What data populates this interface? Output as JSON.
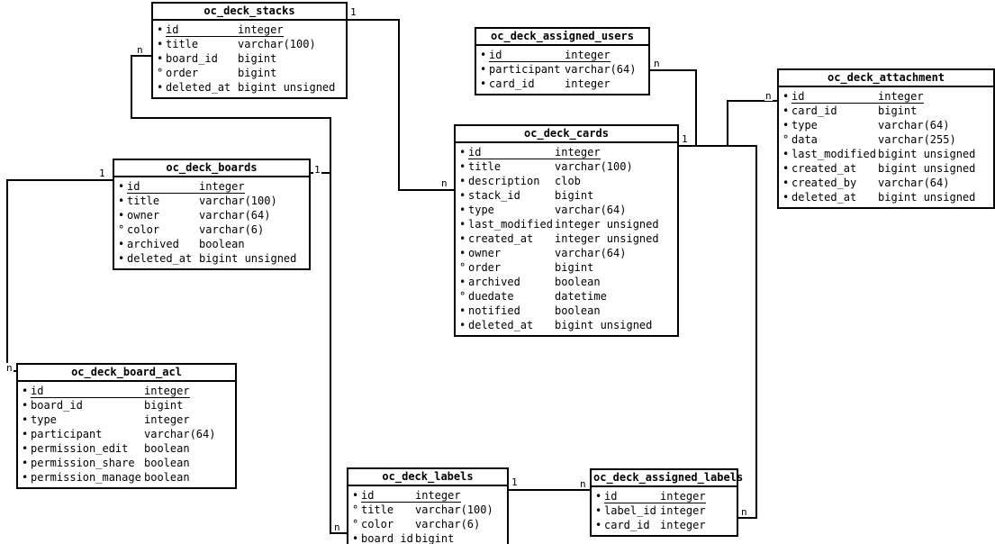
{
  "diagram": {
    "type": "entity-relationship",
    "colors": {
      "background": "#ffffff",
      "line": "#000000",
      "text": "#000000"
    }
  },
  "entities": {
    "stacks": {
      "title": "oc_deck_stacks",
      "columns": [
        {
          "marker": "•",
          "name": "id",
          "type": "integer",
          "pk": true
        },
        {
          "marker": "•",
          "name": "title",
          "type": "varchar(100)"
        },
        {
          "marker": "•",
          "name": "board_id",
          "type": "bigint"
        },
        {
          "marker": "°",
          "name": "order",
          "type": "bigint"
        },
        {
          "marker": "•",
          "name": "deleted_at",
          "type": "bigint unsigned"
        }
      ]
    },
    "assigned_users": {
      "title": "oc_deck_assigned_users",
      "columns": [
        {
          "marker": "•",
          "name": "id",
          "type": "integer",
          "pk": true
        },
        {
          "marker": "•",
          "name": "participant",
          "type": "varchar(64)"
        },
        {
          "marker": "•",
          "name": "card_id",
          "type": "integer"
        }
      ]
    },
    "attachment": {
      "title": "oc_deck_attachment",
      "columns": [
        {
          "marker": "•",
          "name": "id",
          "type": "integer",
          "pk": true
        },
        {
          "marker": "•",
          "name": "card_id",
          "type": "bigint"
        },
        {
          "marker": "•",
          "name": "type",
          "type": "varchar(64)"
        },
        {
          "marker": "°",
          "name": "data",
          "type": "varchar(255)"
        },
        {
          "marker": "•",
          "name": "last_modified",
          "type": "bigint unsigned"
        },
        {
          "marker": "•",
          "name": "created_at",
          "type": "bigint unsigned"
        },
        {
          "marker": "•",
          "name": "created_by",
          "type": "varchar(64)"
        },
        {
          "marker": "•",
          "name": "deleted_at",
          "type": "bigint unsigned"
        }
      ]
    },
    "boards": {
      "title": "oc_deck_boards",
      "columns": [
        {
          "marker": "•",
          "name": "id",
          "type": "integer",
          "pk": true
        },
        {
          "marker": "•",
          "name": "title",
          "type": "varchar(100)"
        },
        {
          "marker": "•",
          "name": "owner",
          "type": "varchar(64)"
        },
        {
          "marker": "°",
          "name": "color",
          "type": "varchar(6)"
        },
        {
          "marker": "•",
          "name": "archived",
          "type": "boolean"
        },
        {
          "marker": "•",
          "name": "deleted_at",
          "type": "bigint unsigned"
        }
      ]
    },
    "cards": {
      "title": "oc_deck_cards",
      "columns": [
        {
          "marker": "•",
          "name": "id",
          "type": "integer",
          "pk": true
        },
        {
          "marker": "•",
          "name": "title",
          "type": "varchar(100)"
        },
        {
          "marker": "•",
          "name": "description",
          "type": "clob"
        },
        {
          "marker": "•",
          "name": "stack_id",
          "type": "bigint"
        },
        {
          "marker": "•",
          "name": "type",
          "type": "varchar(64)"
        },
        {
          "marker": "•",
          "name": "last_modified",
          "type": "integer unsigned"
        },
        {
          "marker": "•",
          "name": "created_at",
          "type": "integer unsigned"
        },
        {
          "marker": "•",
          "name": "owner",
          "type": "varchar(64)"
        },
        {
          "marker": "°",
          "name": "order",
          "type": "bigint"
        },
        {
          "marker": "•",
          "name": "archived",
          "type": "boolean"
        },
        {
          "marker": "°",
          "name": "duedate",
          "type": "datetime"
        },
        {
          "marker": "•",
          "name": "notified",
          "type": "boolean"
        },
        {
          "marker": "•",
          "name": "deleted_at",
          "type": "bigint unsigned"
        }
      ]
    },
    "board_acl": {
      "title": "oc_deck_board_acl",
      "columns": [
        {
          "marker": "•",
          "name": "id",
          "type": "integer",
          "pk": true
        },
        {
          "marker": "•",
          "name": "board_id",
          "type": "bigint"
        },
        {
          "marker": "•",
          "name": "type",
          "type": "integer"
        },
        {
          "marker": "•",
          "name": "participant",
          "type": "varchar(64)"
        },
        {
          "marker": "•",
          "name": "permission_edit",
          "type": "boolean"
        },
        {
          "marker": "•",
          "name": "permission_share",
          "type": "boolean"
        },
        {
          "marker": "•",
          "name": "permission_manage",
          "type": "boolean"
        }
      ]
    },
    "labels": {
      "title": "oc_deck_labels",
      "columns": [
        {
          "marker": "•",
          "name": "id",
          "type": "integer",
          "pk": true
        },
        {
          "marker": "°",
          "name": "title",
          "type": "varchar(100)"
        },
        {
          "marker": "°",
          "name": "color",
          "type": "varchar(6)"
        },
        {
          "marker": "•",
          "name": "board_id",
          "type": "bigint"
        }
      ]
    },
    "assigned_labels": {
      "title": "oc_deck_assigned_labels",
      "columns": [
        {
          "marker": "•",
          "name": "id",
          "type": "integer",
          "pk": true
        },
        {
          "marker": "•",
          "name": "label_id",
          "type": "integer"
        },
        {
          "marker": "•",
          "name": "card_id",
          "type": "integer"
        }
      ]
    }
  },
  "markers": {
    "stacks_cards_one": "1",
    "stacks_cards_many": "n",
    "boards_stacks_many": "n",
    "boards_trunk_one": "1",
    "boards_acl_one": "1",
    "boards_acl_many": "n",
    "cards_users_many": "n",
    "cards_hub_one": "1",
    "cards_attachment_many": "n",
    "labels_assigned_one": "1",
    "labels_assigned_many": "n",
    "cards_assigned_labels_many": "n",
    "boards_labels_many": "n"
  },
  "relationships": [
    {
      "one": "oc_deck_boards",
      "many": "oc_deck_stacks"
    },
    {
      "one": "oc_deck_boards",
      "many": "oc_deck_board_acl"
    },
    {
      "one": "oc_deck_boards",
      "many": "oc_deck_labels"
    },
    {
      "one": "oc_deck_stacks",
      "many": "oc_deck_cards"
    },
    {
      "one": "oc_deck_cards",
      "many": "oc_deck_assigned_users"
    },
    {
      "one": "oc_deck_cards",
      "many": "oc_deck_attachment"
    },
    {
      "one": "oc_deck_cards",
      "many": "oc_deck_assigned_labels"
    },
    {
      "one": "oc_deck_labels",
      "many": "oc_deck_assigned_labels"
    }
  ]
}
